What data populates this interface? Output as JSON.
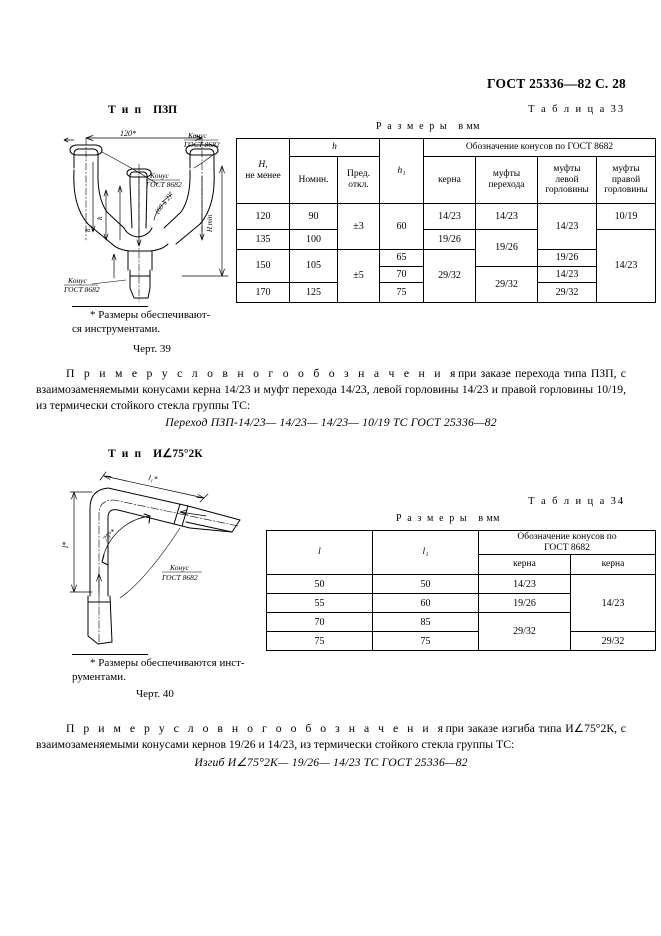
{
  "header": {
    "doc_ref": "ГОСТ 25336—82 С. 28"
  },
  "section1": {
    "type_title_prefix": "Т и п",
    "type_title_value": "ПЗП",
    "table_caption": "Т а б л и ц а  33",
    "dims_caption_text": "Р а з м е р ы",
    "dims_caption_unit": "в мм",
    "figure_note_line1": "* Размеры обеспечивают-",
    "figure_note_line2": "ся инструментами.",
    "figure_caption": "Черт. 39",
    "drawing_labels": {
      "angle_top": "120*",
      "cone_left": "Конус",
      "cone_left_std": "ГОСТ 8682",
      "cone_mid": "Конус",
      "cone_mid_std": "ГОСТ 8682",
      "cone_right": "Конус",
      "cone_right_std": "ГОСТ 8682",
      "cone_bottom": "Конус",
      "cone_bottom_std": "ГОСТ 8682",
      "angle_inner": "(60 ± 2)°",
      "dim_h": "h",
      "dim_h1": "h₁",
      "dim_hmin": "H min"
    },
    "table": {
      "headers": {
        "h_big": "H,",
        "h_big_sub": "не менее",
        "h_group": "h",
        "nominal": "Номин.",
        "tolerance_l1": "Пред.",
        "tolerance_l2": "откл.",
        "h1": "h₁",
        "cones_group": "Обозначение конусов по ГОСТ 8682",
        "kerna": "керна",
        "mufty_perehoda_l1": "муфты",
        "mufty_perehoda_l2": "перехода",
        "mufty_left_l1": "муфты",
        "mufty_left_l2": "левой",
        "mufty_left_l3": "горловины",
        "mufty_right_l1": "муфты",
        "mufty_right_l2": "правой",
        "mufty_right_l3": "горловины"
      },
      "rows": [
        {
          "H": "120",
          "nominal": "90",
          "tolerance": "±3",
          "h1": "60",
          "kerna": "14/23",
          "mufty_perehoda": "14/23",
          "mufty_left": "14/23",
          "mufty_right": "10/19"
        },
        {
          "H": "135",
          "nominal": "100",
          "tolerance": "",
          "h1": "",
          "kerna": "19/26",
          "mufty_perehoda": "19/26",
          "mufty_left": "",
          "mufty_right": "14/23"
        },
        {
          "H": "150",
          "nominal": "105",
          "tolerance": "±5",
          "h1": "65",
          "kerna": "29/32",
          "mufty_perehoda": "",
          "mufty_left": "19/26",
          "mufty_right": ""
        },
        {
          "H": "",
          "nominal": "",
          "tolerance": "",
          "h1": "70",
          "kerna": "",
          "mufty_perehoda": "29/32",
          "mufty_left": "14/23",
          "mufty_right": ""
        },
        {
          "H": "170",
          "nominal": "125",
          "tolerance": "",
          "h1": "75",
          "kerna": "",
          "mufty_perehoda": "",
          "mufty_left": "29/32",
          "mufty_right": ""
        }
      ]
    },
    "example": {
      "spaced_lead": "П р и м е р   у с л о в н о г о   о б о з н а ч е н и я",
      "body": "при заказе перехода типа ПЗП, с взаимозаменяемыми конусами керна 14/23 и муфт перехода 14/23, левой  горловины  14/23 и правой горловины 10/19, из термически стойкого стекла группы ТС:",
      "designation": "Переход ПЗП-14/23— 14/23— 14/23— 10/19 ТС ГОСТ 25336—82"
    }
  },
  "section2": {
    "type_title_prefix": "Т и п",
    "type_title_value": "И∠75°2К",
    "table_caption": "Т а б л и ц а  34",
    "dims_caption_text": "Р а з м е р ы",
    "dims_caption_unit": "в мм",
    "figure_note_line1": "* Размеры обеспечиваются инст-",
    "figure_note_line2": "рументами.",
    "figure_caption": "Черт. 40",
    "drawing_labels": {
      "dim_l": "l*",
      "dim_l1": "l₁*",
      "angle": "75°*",
      "cone": "Конус",
      "cone_std": "ГОСТ 8682"
    },
    "table": {
      "headers": {
        "l": "l",
        "l1": "l₁",
        "cones_group_l1": "Обозначение конусов по",
        "cones_group_l2": "ГОСТ 8682",
        "kerna_left": "керна",
        "kerna_right": "керна"
      },
      "rows": [
        {
          "l": "50",
          "l1": "50",
          "kerna_left": "14/23",
          "kerna_right": "14/23"
        },
        {
          "l": "55",
          "l1": "60",
          "kerna_left": "19/26",
          "kerna_right": ""
        },
        {
          "l": "70",
          "l1": "85",
          "kerna_left": "29/32",
          "kerna_right": ""
        },
        {
          "l": "75",
          "l1": "75",
          "kerna_left": "",
          "kerna_right": "29/32"
        }
      ]
    },
    "example": {
      "spaced_lead": "П р и м е р   у с л о в н о г о   о б о з н а ч е н и я",
      "body": "при заказе изгиба типа И∠75°2К, с взаимозаменяемыми конусами кернов 19/26 и 14/23, из термически стойкого стекла группы ТС:",
      "designation": "Изгиб И∠75°2К— 19/26— 14/23 ТС ГОСТ 25336—82"
    }
  }
}
